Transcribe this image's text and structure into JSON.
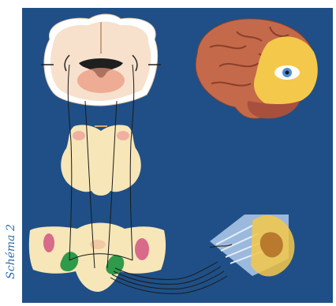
{
  "caption": "Schéma 2",
  "figure": {
    "parts": [
      "brain-coronal-section",
      "brain-side-view-with-eye",
      "midbrain-section",
      "spinal-medulla-section",
      "visual-nerve-fibers"
    ],
    "colors": {
      "background": "#1f4f86",
      "tissue": "#f7e6b8",
      "cortex": "#f1c9a3",
      "highlight_region": "#f4c84a",
      "green_nucleus": "#2f9a4a",
      "pink_nucleus": "#d86a8a"
    }
  }
}
